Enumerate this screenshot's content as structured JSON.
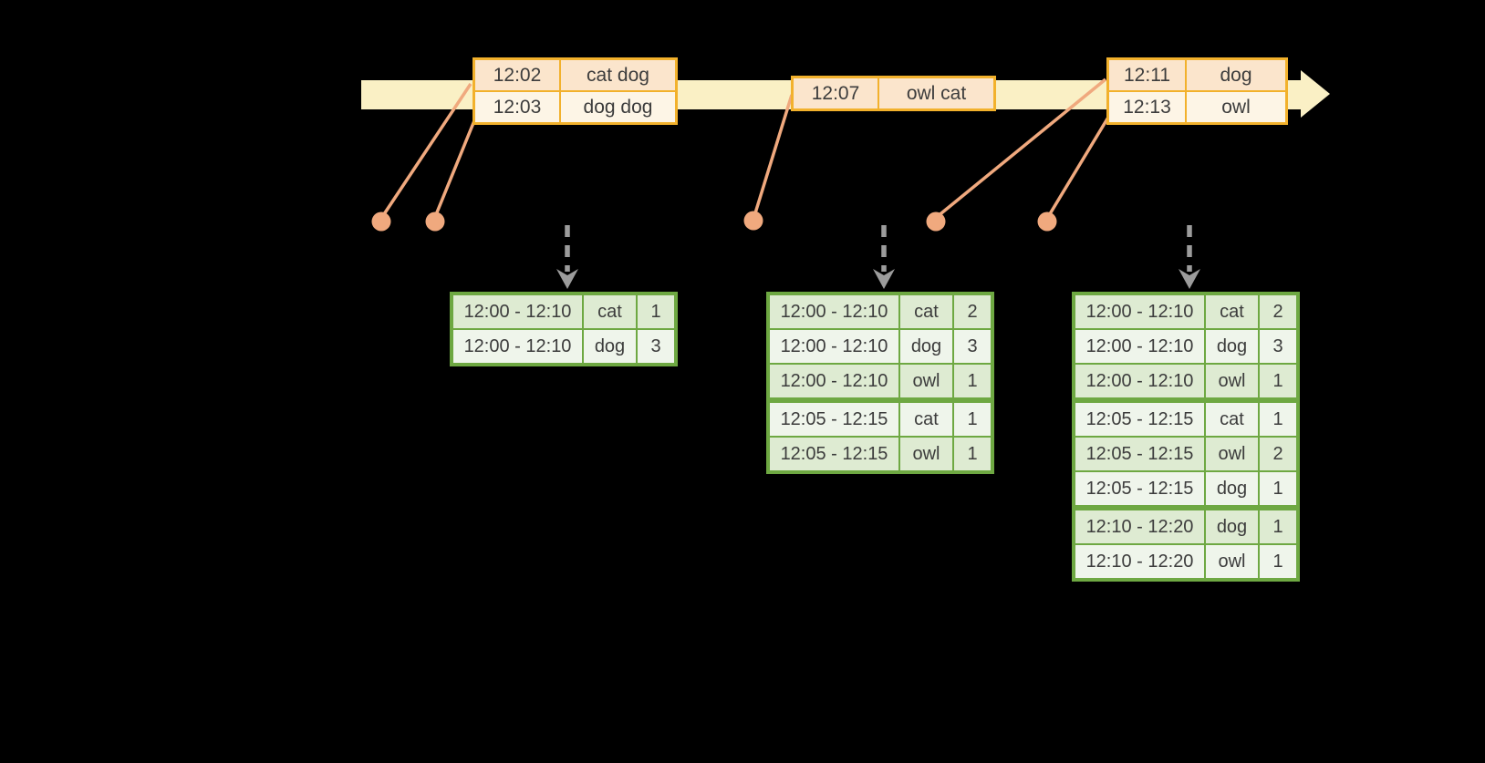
{
  "event_stream": {
    "tables": [
      {
        "rows": [
          {
            "time": "12:02",
            "words": "cat dog"
          },
          {
            "time": "12:03",
            "words": "dog dog"
          }
        ]
      },
      {
        "rows": [
          {
            "time": "12:07",
            "words": "owl cat"
          }
        ]
      },
      {
        "rows": [
          {
            "time": "12:11",
            "words": "dog"
          },
          {
            "time": "12:13",
            "words": "owl"
          }
        ]
      }
    ]
  },
  "result_tables": [
    {
      "rows": [
        {
          "window": "12:00 - 12:10",
          "word": "cat",
          "count": "1"
        },
        {
          "window": "12:00 - 12:10",
          "word": "dog",
          "count": "3"
        }
      ]
    },
    {
      "rows": [
        {
          "window": "12:00 - 12:10",
          "word": "cat",
          "count": "2"
        },
        {
          "window": "12:00 - 12:10",
          "word": "dog",
          "count": "3"
        },
        {
          "window": "12:00 - 12:10",
          "word": "owl",
          "count": "1"
        },
        {
          "window": "12:05 - 12:15",
          "word": "cat",
          "count": "1"
        },
        {
          "window": "12:05 - 12:15",
          "word": "owl",
          "count": "1"
        }
      ]
    },
    {
      "rows": [
        {
          "window": "12:00 - 12:10",
          "word": "cat",
          "count": "2"
        },
        {
          "window": "12:00 - 12:10",
          "word": "dog",
          "count": "3"
        },
        {
          "window": "12:00 - 12:10",
          "word": "owl",
          "count": "1"
        },
        {
          "window": "12:05 - 12:15",
          "word": "cat",
          "count": "1"
        },
        {
          "window": "12:05 - 12:15",
          "word": "owl",
          "count": "2"
        },
        {
          "window": "12:05 - 12:15",
          "word": "dog",
          "count": "1"
        },
        {
          "window": "12:10 - 12:20",
          "word": "dog",
          "count": "1"
        },
        {
          "window": "12:10 - 12:20",
          "word": "owl",
          "count": "1"
        }
      ]
    }
  ],
  "colors": {
    "background": "#000000",
    "timeline_band": "#FAF0C5",
    "event_table_border": "#F2B12C",
    "event_row_peach": "#FBE5CC",
    "event_row_cream": "#FDF5E6",
    "connector": "#F0A97E",
    "trigger_arrow": "#9C9C9C",
    "result_table_border": "#6EA842",
    "result_row_dark": "#DEEBD2",
    "result_row_light": "#EFF5EB",
    "text": "#3C3C3C"
  }
}
